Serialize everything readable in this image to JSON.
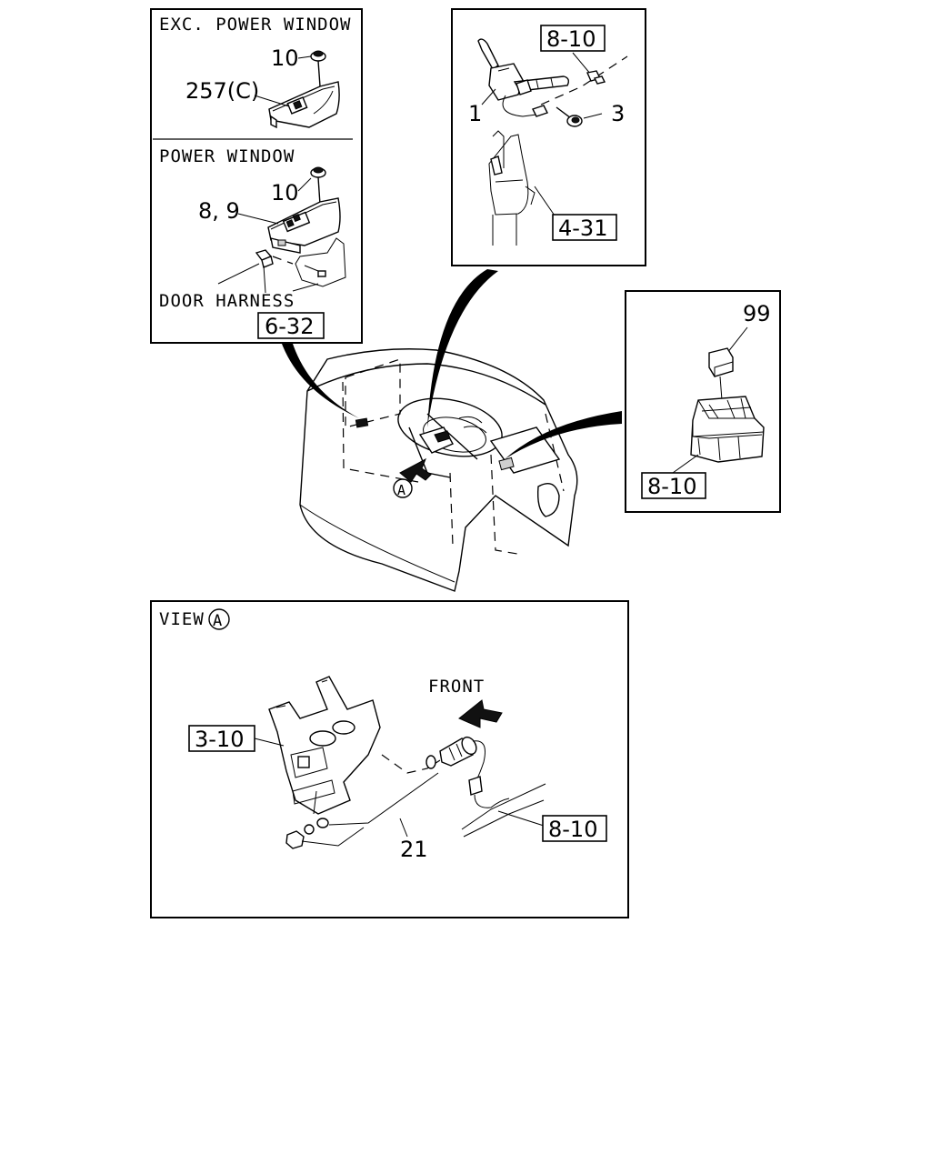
{
  "panels": {
    "window_switch": {
      "heading_exc": "EXC. POWER WINDOW",
      "heading_pw": "POWER WINDOW",
      "label_screw_top": "10",
      "label_switch_exc": "257(C)",
      "label_screw_bottom": "10",
      "label_switch_pw": "8, 9",
      "label_door_harness": "DOOR HARNESS",
      "ref_door": "6-32"
    },
    "combination_switch": {
      "ref_harness": "8-10",
      "label_switch": "1",
      "label_screw": "3",
      "ref_column": "4-31"
    },
    "relay": {
      "label_relay": "99",
      "ref_block": "8-10"
    },
    "view_a": {
      "heading": "VIEW",
      "view_letter": "A",
      "label_front": "FRONT",
      "ref_bracket": "3-10",
      "label_sensor": "21",
      "ref_harness": "8-10"
    }
  },
  "main_view_marker": "A"
}
